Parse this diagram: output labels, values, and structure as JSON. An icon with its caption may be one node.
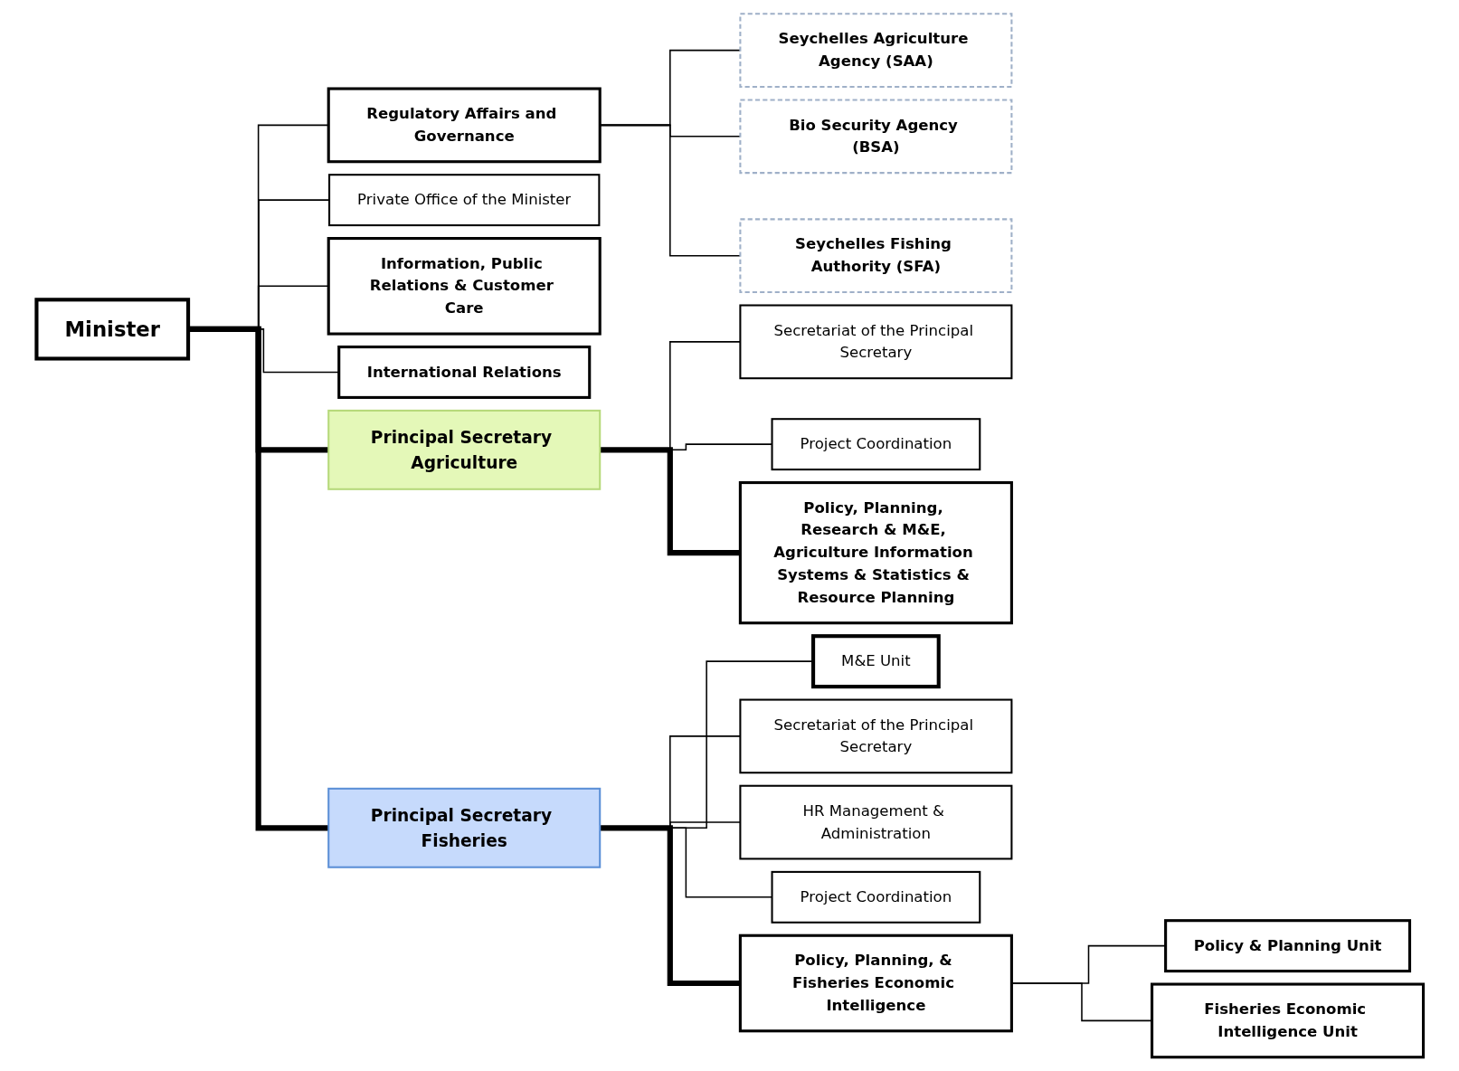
{
  "diagram": {
    "nodes": [
      {
        "text": [
          "Minister"
        ]
      },
      {
        "text": [
          "Private Office of the Minister"
        ]
      },
      {
        "text": [
          "Information, Public Relations & Customer Care"
        ]
      },
      {
        "text": [
          "International Relations"
        ]
      },
      {
        "text": [
          "Regulatory Affairs and Governance"
        ]
      },
      {
        "text": [
          "Seychelles Agriculture Agency (SAA)"
        ]
      },
      {
        "text": [
          "Bio Security Agency (BSA)"
        ]
      },
      {
        "text": [
          "Seychelles Fishing Authority (SFA)"
        ]
      },
      {
        "text": [
          "Principal Secretary Agriculture"
        ]
      },
      {
        "text": [
          "Secretariat of the Principal Secretary"
        ]
      },
      {
        "text": [
          "Project Coordination"
        ]
      },
      {
        "text": [
          "Policy, Planning, Research & M&E, Agriculture Information Systems & Statistics & Resource Planning"
        ]
      },
      {
        "text": [
          "Principal Secretary Fisheries"
        ]
      },
      {
        "text": [
          "M&E Unit"
        ]
      },
      {
        "text": [
          "Secretariat of the Principal Secretary"
        ]
      },
      {
        "text": [
          "HR Management & Administration"
        ]
      },
      {
        "text": [
          "Project Coordination"
        ]
      },
      {
        "text": [
          "Policy, Planning, & Fisheries Economic Intelligence"
        ]
      },
      {
        "text": [
          "Policy & Planning Unit"
        ]
      },
      {
        "text": [
          "Fisheries Economic Intelligence Unit"
        ]
      }
    ],
    "edges": [
      {
        "from": 0,
        "to": 1,
        "arrow": "none"
      },
      {
        "from": 0,
        "to": 2,
        "arrow": "none"
      },
      {
        "from": 0,
        "to": 3,
        "arrow": "none"
      },
      {
        "from": 0,
        "to": 4,
        "arrow": "none"
      },
      {
        "from": 4,
        "to": 5,
        "arrow": "none"
      },
      {
        "from": 4,
        "to": 6,
        "arrow": "none"
      },
      {
        "from": 4,
        "to": 7,
        "arrow": "none"
      },
      {
        "from": 0,
        "to": 8,
        "arrow": "none",
        "style": "thick"
      },
      {
        "from": 0,
        "to": 12,
        "arrow": "none",
        "style": "thick"
      },
      {
        "from": 8,
        "to": 9,
        "arrow": "none"
      },
      {
        "from": 8,
        "to": 10,
        "arrow": "none"
      },
      {
        "from": 8,
        "to": 11,
        "arrow": "none",
        "style": "thick"
      },
      {
        "from": 12,
        "to": 13,
        "arrow": "none"
      },
      {
        "from": 12,
        "to": 14,
        "arrow": "none"
      },
      {
        "from": 12,
        "to": 15,
        "arrow": "none"
      },
      {
        "from": 12,
        "to": 16,
        "arrow": "none"
      },
      {
        "from": 12,
        "to": 17,
        "arrow": "none",
        "style": "thick"
      },
      {
        "from": 17,
        "to": 18,
        "arrow": "none"
      },
      {
        "from": 17,
        "to": 19,
        "arrow": "none"
      }
    ]
  }
}
